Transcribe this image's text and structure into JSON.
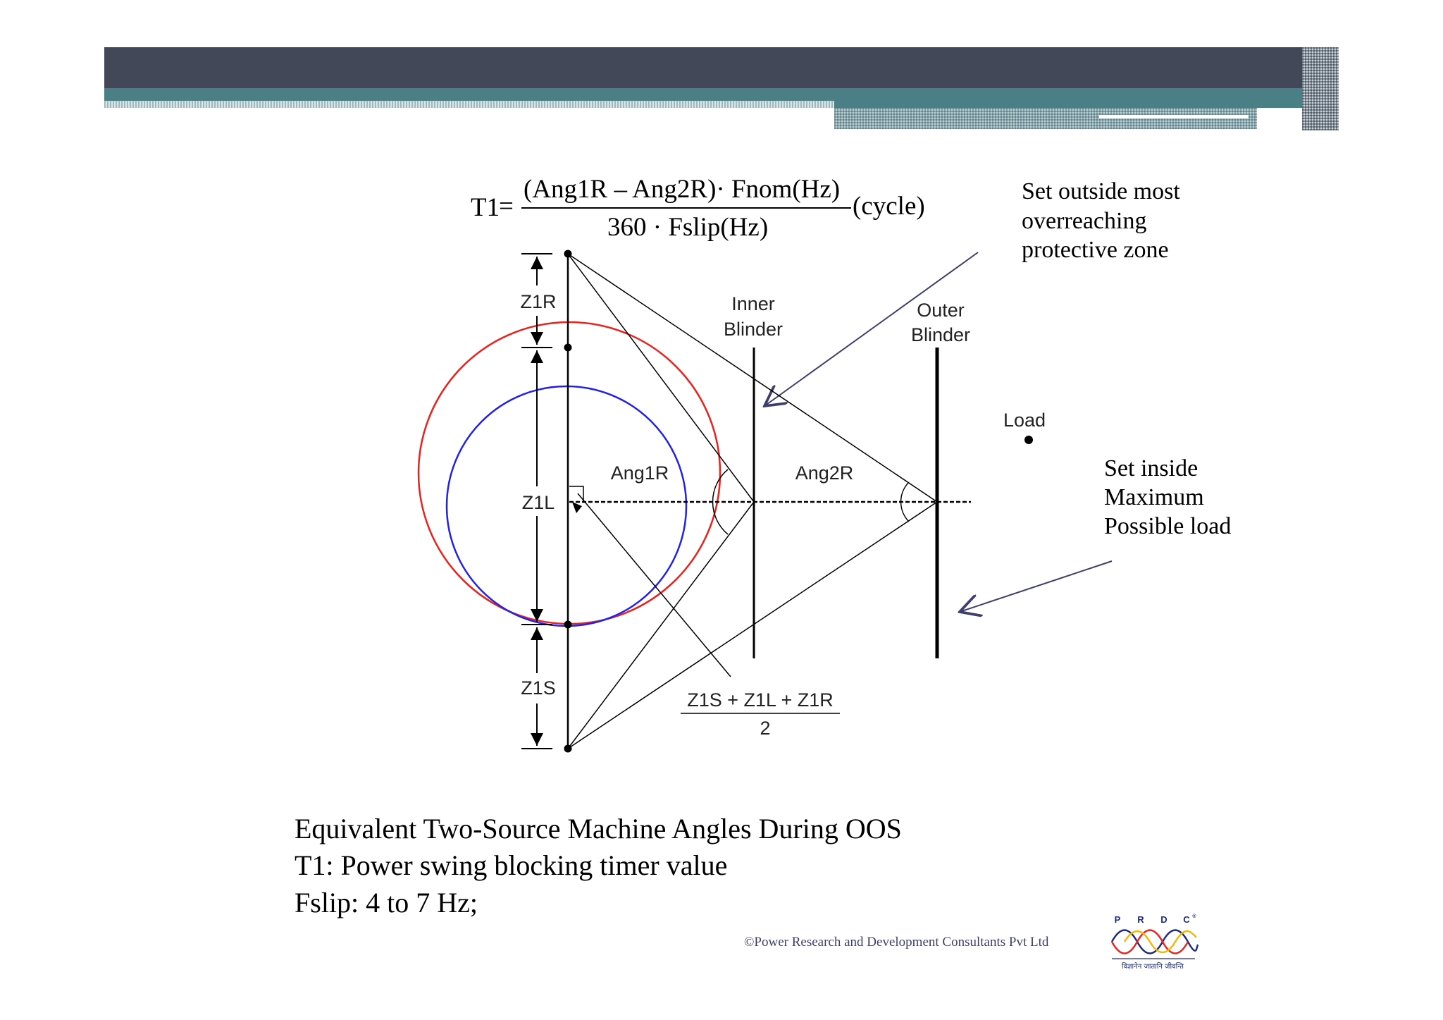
{
  "formula": {
    "lhs": "T1",
    "numerator": "(Ang1R – Ang2R)· Fnom(Hz)",
    "denominator": "360 · Fslip(Hz)",
    "unit": "(cycle)"
  },
  "notes": {
    "outside": [
      "Set outside most",
      "overreaching",
      "protective zone"
    ],
    "inside": [
      "Set inside",
      "Maximum",
      "Possible load"
    ]
  },
  "labels": {
    "z1r": "Z1R",
    "z1l": "Z1L",
    "z1s": "Z1S",
    "inner_blinder": [
      "Inner",
      "Blinder"
    ],
    "outer_blinder": [
      "Outer",
      "Blinder"
    ],
    "ang1r": "Ang1R",
    "ang2r": "Ang2R",
    "load": "Load",
    "mid_numerator": "Z1S + Z1L + Z1R",
    "mid_denominator": "2"
  },
  "captions": [
    "Equivalent Two-Source Machine Angles During OOS",
    "T1: Power swing blocking timer value",
    "Fslip: 4 to 7 Hz;"
  ],
  "copyright": "©Power Research and Development Consultants Pvt Ltd",
  "logo": {
    "letters": [
      "P",
      "R",
      "D",
      "C"
    ],
    "tagline": "विज्ञानेन जातानि जीवन्ति",
    "mark": "®"
  },
  "colors": {
    "header_dark": "#424858",
    "header_teal": "#4a7f86",
    "outer_circle": "#e8231e",
    "inner_circle": "#2222e6",
    "pointer_arrow": "#3d3d6e",
    "copyright_text": "#3d3d6e"
  }
}
